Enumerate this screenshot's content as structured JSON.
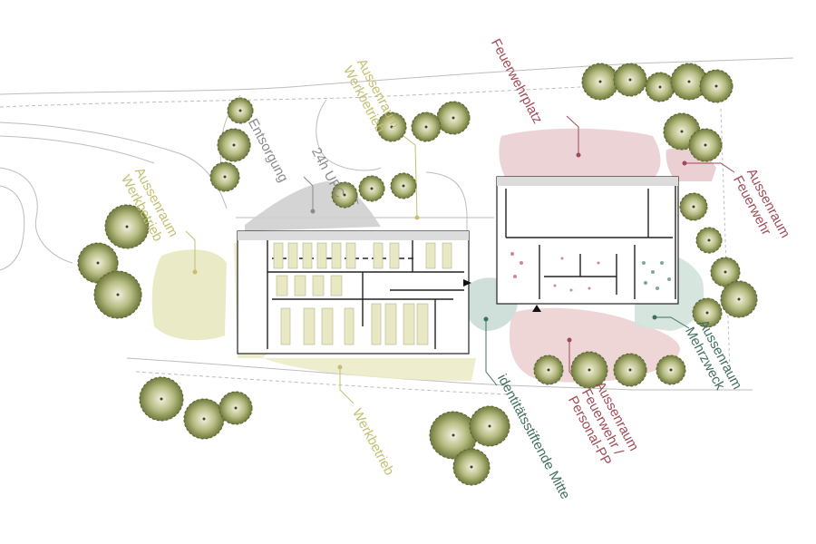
{
  "colors": {
    "werkbetrieb": "#c2c071",
    "feuerwehr": "#a14a55",
    "mehrzweck": "#3f6f5c",
    "neutral": "#8a8a8a",
    "tree": "#8e9a55"
  },
  "labels": {
    "werkbetrieb_top": [
      "Aussenraum",
      "Werkbetrieb"
    ],
    "werkbetrieb_left": [
      "Aussenraum",
      "Werkbetrieb"
    ],
    "entsorgung": "Entsorgung",
    "ufc": "24h UFC",
    "feuerwehrplatz": "Feuerwehrplatz",
    "aussenraum_feuerwehr": [
      "Aussenraum",
      "Feuerwehr"
    ],
    "aussenraum_mehrzweck": [
      "Aussenraum",
      "Mehrzweck"
    ],
    "aussenraum_personal": [
      "Aussenraum",
      "Feuerwehr /",
      "Personal-PP"
    ],
    "mitte": "identitätsstiftende Mitte",
    "werkbetrieb": "Werkbetrieb"
  }
}
